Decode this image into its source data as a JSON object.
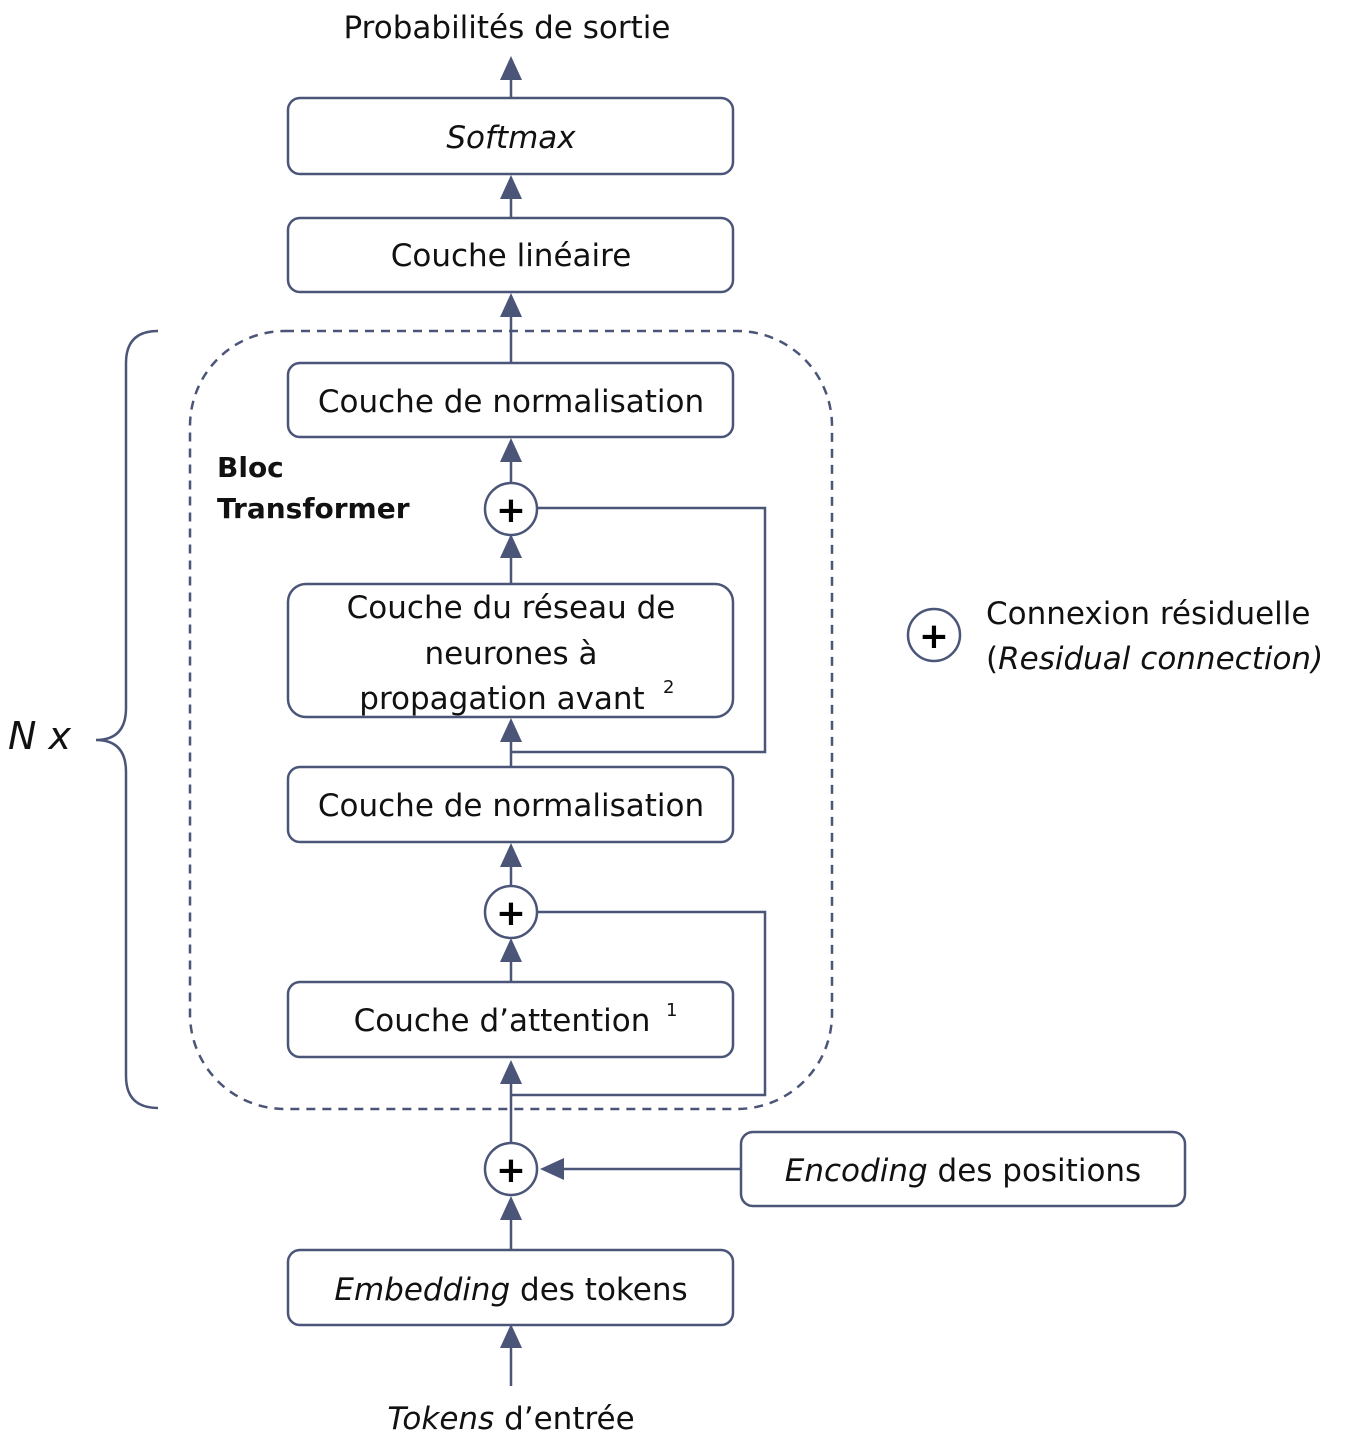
{
  "output_label": "Probabilités de sortie",
  "softmax_label": "Softmax",
  "linear_label": "Couche linéaire",
  "norm_top_label": "Couche de normalisation",
  "block_label_line1": "Bloc",
  "block_label_line2": "Transformer",
  "ffn_label_line1": "Couche du réseau de",
  "ffn_label_line2": "neurones à",
  "ffn_label_line3": "propagation avant",
  "ffn_footnote": "2",
  "norm_mid_label": "Couche de normalisation",
  "attention_label": "Couche d’attention",
  "attention_footnote": "1",
  "repeat_label": "N x",
  "legend_line1": "Connexion résiduelle",
  "legend_line2_open": "(",
  "legend_line2_italic": "Residual connection)",
  "plus_symbol": "+",
  "pos_encoding_italic": "Encoding",
  "pos_encoding_rest": " des positions",
  "embedding_italic": "Embedding",
  "embedding_rest": " des tokens",
  "input_italic": "Tokens",
  "input_rest": " d’entrée"
}
